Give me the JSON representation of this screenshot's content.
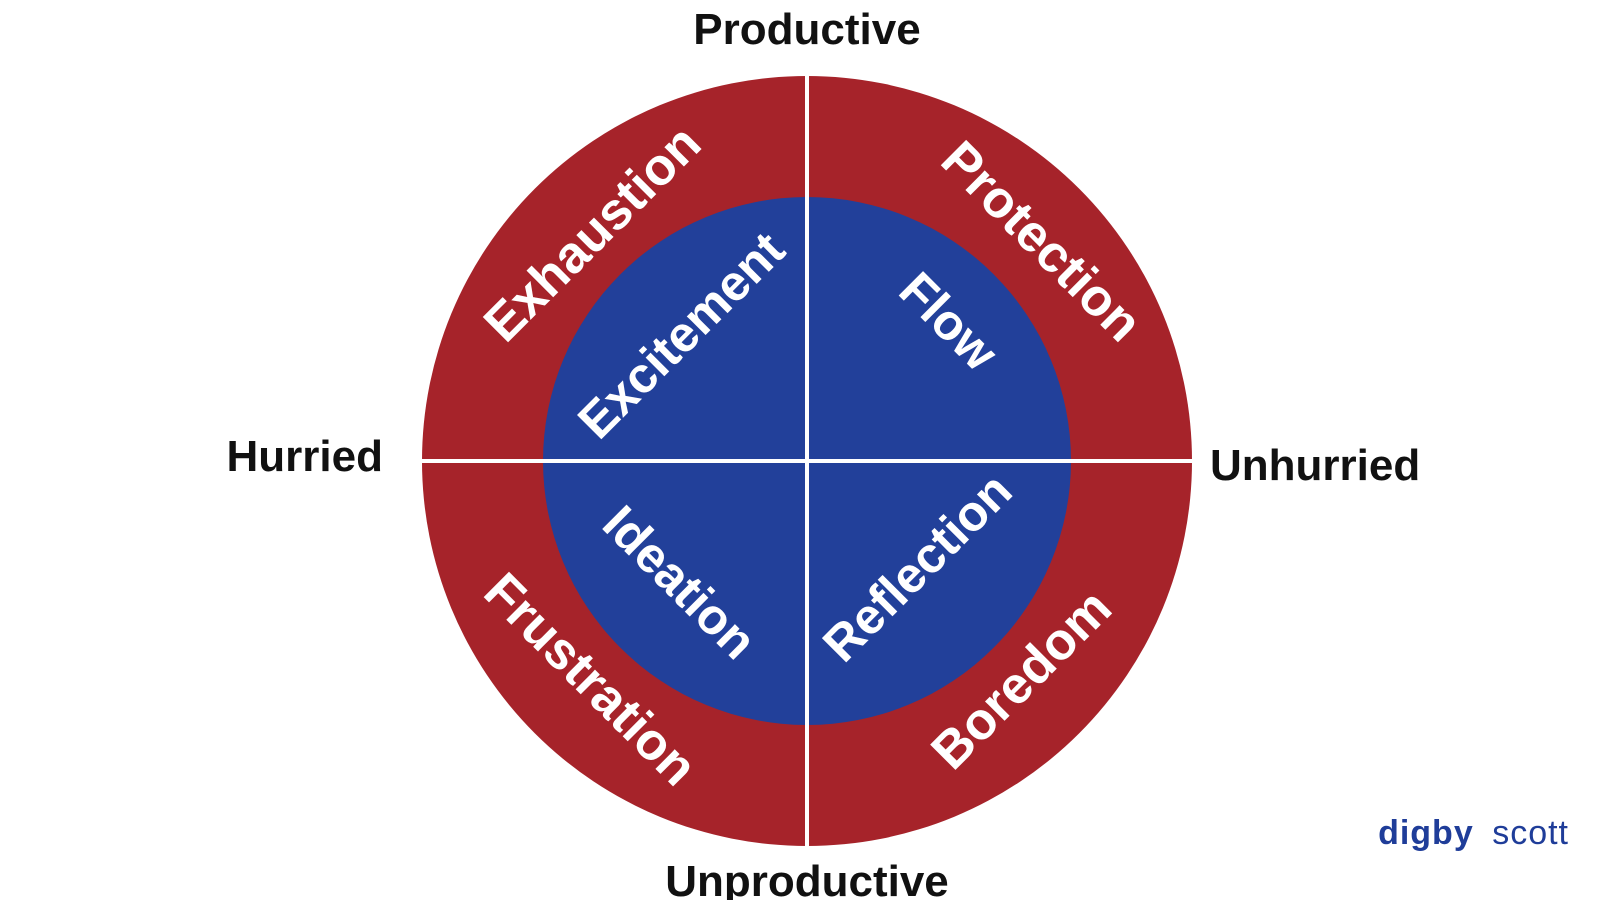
{
  "colors": {
    "outer_ring": "#a6232a",
    "inner_circle": "#22409a",
    "divider": "#ffffff",
    "axis_text": "#111111",
    "brand": "#1f3d99"
  },
  "axes": {
    "top": "Productive",
    "bottom": "Unproductive",
    "left": "Hurried",
    "right": "Unhurried"
  },
  "outer_quadrants": {
    "top_left": "Exhaustion",
    "top_right": "Protection",
    "bottom_left": "Frustration",
    "bottom_right": "Boredom"
  },
  "inner_quadrants": {
    "top_left": "Excitement",
    "top_right": "Flow",
    "bottom_left": "Ideation",
    "bottom_right": "Reflection"
  },
  "brand": {
    "first": "digby",
    "second": "scott"
  }
}
